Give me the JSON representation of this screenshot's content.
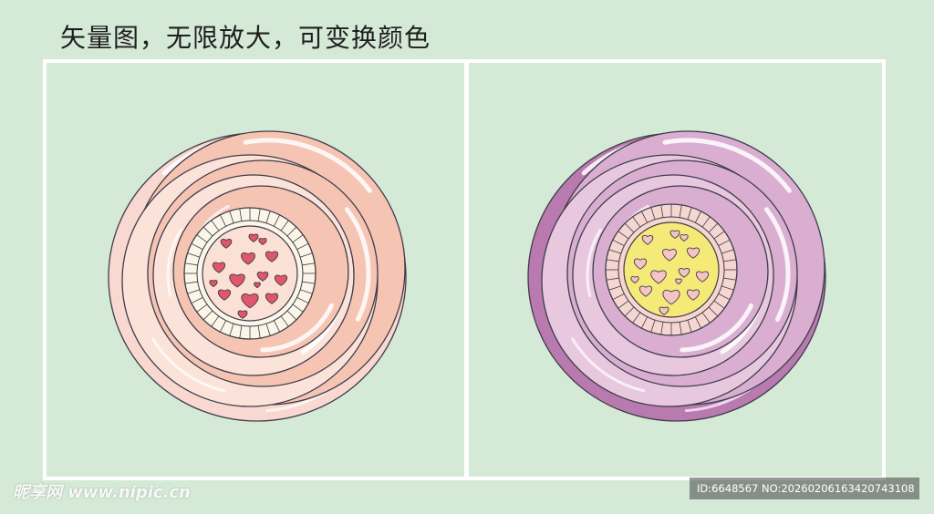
{
  "title": "矢量图，无限放大，可变换颜色",
  "watermark": {
    "left": "昵享网 www.nipic.cn",
    "right": "ID:6648567 NO:20260206163420743108"
  },
  "flowers": [
    {
      "name": "pink",
      "colors": {
        "petal_outer": "#f8d8d0",
        "petal_mid": "#f6c4b2",
        "petal_inner": "#fbe3da",
        "ring_bg": "#fbf6e8",
        "center": "#fbe0d6",
        "heart": "#e0566a",
        "highlight": "#ffffff",
        "outline": "#3d3d4a"
      }
    },
    {
      "name": "purple",
      "colors": {
        "petal_outer": "#b97ab0",
        "petal_mid": "#d9aed0",
        "petal_inner": "#e8c8df",
        "ring_bg": "#f6d6d0",
        "center": "#f5ea78",
        "heart": "#f6c4c4",
        "highlight": "#ffffff",
        "outline": "#3d3d4a"
      }
    }
  ]
}
